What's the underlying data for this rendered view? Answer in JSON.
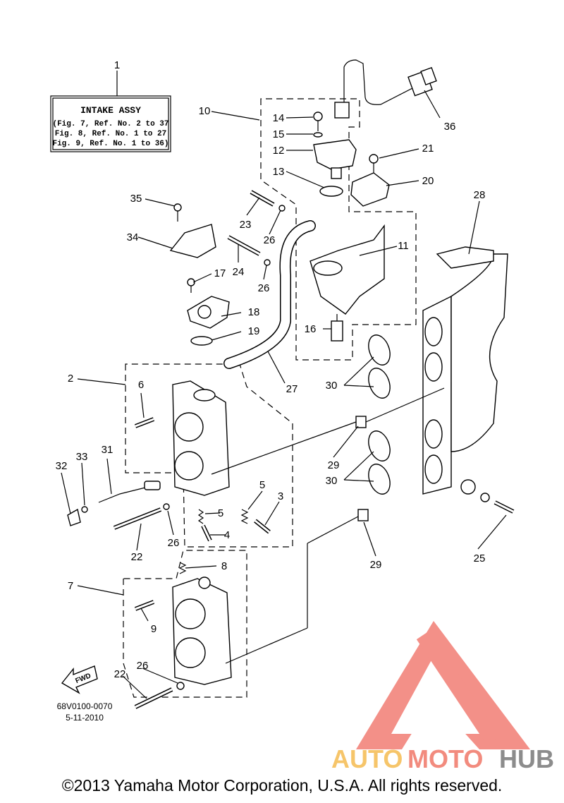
{
  "diagram": {
    "info_box": {
      "title": "INTAKE ASSY",
      "lines": [
        "(Fig. 7, Ref. No. 2 to 37",
        "Fig. 8, Ref. No. 1 to 27",
        "Fig. 9, Ref. No. 1 to 36)"
      ]
    },
    "parts": [
      {
        "id": "1",
        "label": "1"
      },
      {
        "id": "2",
        "label": "2"
      },
      {
        "id": "3",
        "label": "3"
      },
      {
        "id": "4",
        "label": "4"
      },
      {
        "id": "5a",
        "label": "5"
      },
      {
        "id": "5b",
        "label": "5"
      },
      {
        "id": "6",
        "label": "6"
      },
      {
        "id": "7",
        "label": "7"
      },
      {
        "id": "8",
        "label": "8"
      },
      {
        "id": "9",
        "label": "9"
      },
      {
        "id": "10",
        "label": "10"
      },
      {
        "id": "11",
        "label": "11"
      },
      {
        "id": "12",
        "label": "12"
      },
      {
        "id": "13",
        "label": "13"
      },
      {
        "id": "14",
        "label": "14"
      },
      {
        "id": "15",
        "label": "15"
      },
      {
        "id": "16",
        "label": "16"
      },
      {
        "id": "17",
        "label": "17"
      },
      {
        "id": "18",
        "label": "18"
      },
      {
        "id": "19",
        "label": "19"
      },
      {
        "id": "20",
        "label": "20"
      },
      {
        "id": "21",
        "label": "21"
      },
      {
        "id": "22a",
        "label": "22"
      },
      {
        "id": "22b",
        "label": "22"
      },
      {
        "id": "23",
        "label": "23"
      },
      {
        "id": "24",
        "label": "24"
      },
      {
        "id": "25",
        "label": "25"
      },
      {
        "id": "26a",
        "label": "26"
      },
      {
        "id": "26b",
        "label": "26"
      },
      {
        "id": "26c",
        "label": "26"
      },
      {
        "id": "26d",
        "label": "26"
      },
      {
        "id": "27",
        "label": "27"
      },
      {
        "id": "28",
        "label": "28"
      },
      {
        "id": "29a",
        "label": "29"
      },
      {
        "id": "29b",
        "label": "29"
      },
      {
        "id": "30a",
        "label": "30"
      },
      {
        "id": "30b",
        "label": "30"
      },
      {
        "id": "31",
        "label": "31"
      },
      {
        "id": "32",
        "label": "32"
      },
      {
        "id": "33",
        "label": "33"
      },
      {
        "id": "34",
        "label": "34"
      },
      {
        "id": "35",
        "label": "35"
      },
      {
        "id": "36",
        "label": "36"
      }
    ],
    "fwd_label": "FWD",
    "drawing_code": "68V0100-0070",
    "drawing_date": "5-11-2010"
  },
  "watermark": {
    "brand_auto": "AUTO",
    "brand_moto": "MOTO",
    "brand_hub": "HUB",
    "colors": {
      "auto": "#f6c56a",
      "moto": "#f28b7e",
      "hub": "#8c8c8c",
      "logo": "#f27d74"
    }
  },
  "footer": {
    "copyright": "©2013 Yamaha Motor Corporation, U.S.A. All rights reserved."
  }
}
